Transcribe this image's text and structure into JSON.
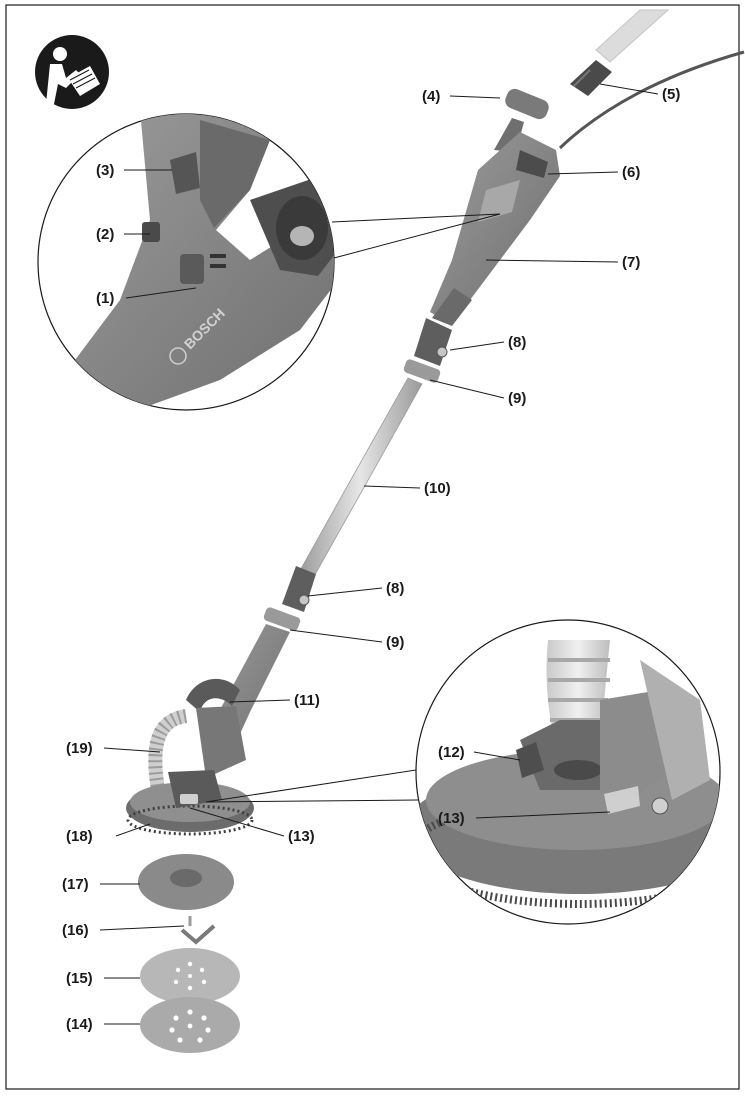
{
  "diagram": {
    "labels": {
      "l1": "(1)",
      "l2": "(2)",
      "l3": "(3)",
      "l4": "(4)",
      "l5": "(5)",
      "l6": "(6)",
      "l7": "(7)",
      "l8a": "(8)",
      "l9a": "(9)",
      "l10": "(10)",
      "l8b": "(8)",
      "l9b": "(9)",
      "l11": "(11)",
      "l19": "(19)",
      "l12": "(12)",
      "l13a": "(13)",
      "l13b": "(13)",
      "l18": "(18)",
      "l17": "(17)",
      "l16": "(16)",
      "l15": "(15)",
      "l14": "(14)"
    },
    "brand_text": "BOSCH",
    "icons": {
      "manual": "read-manual-icon"
    },
    "colors": {
      "body": "#8a8a8a",
      "dark": "#555555",
      "light": "#b5b5b5",
      "border": "#1a1a1a"
    }
  }
}
